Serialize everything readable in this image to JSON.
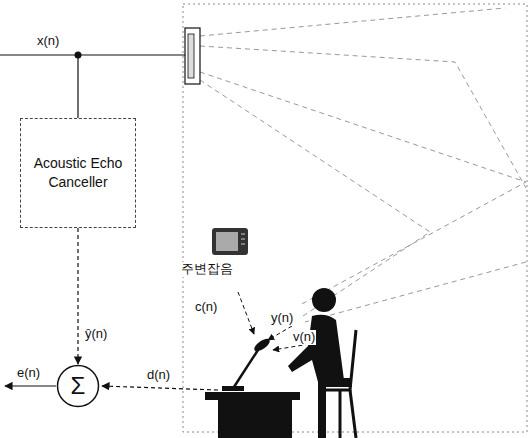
{
  "diagram": {
    "nodes": [
      {
        "text": [
          "Acoustic Echo Canceller"
        ]
      },
      {
        "text": [
          "Σ"
        ]
      }
    ],
    "edges": [
      {
        "from": 0,
        "to": 1,
        "arrow": "to",
        "label": "ŷ(n)"
      }
    ],
    "labels": [
      "x(n)",
      "주변잡음",
      "c(n)",
      "y(n)",
      "v(n)",
      "d(n)",
      "e(n)"
    ]
  }
}
